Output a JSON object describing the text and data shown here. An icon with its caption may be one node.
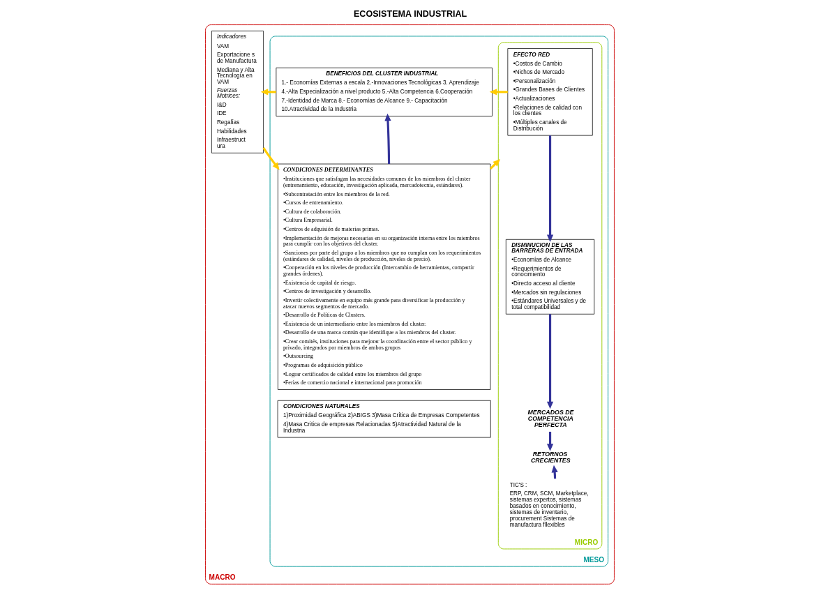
{
  "diagram": {
    "title": "ECOSISTEMA INDUSTRIAL",
    "nodes": [
      {
        "text": [
          "MACRO"
        ]
      },
      {
        "text": [
          "Indicadores",
          "VAM",
          "Exportacione s de Manufactura",
          "Mediana y Alta Tecnología en VAM",
          "Fuerzas Motrices:",
          "I&D",
          "IDE",
          "Regalías",
          "Habilidades",
          "Infraestruct ura"
        ],
        "in": 0
      },
      {
        "text": [
          "MESO"
        ],
        "in": 0
      },
      {
        "text": [
          "BENEFICIOS DEL CLUSTER INDUSTRIAL",
          "1.- Economías Externas a escala 2.-Innovaciones Tecnológicas 3. Aprendizaje",
          "4.-Alta Especialización a nivel producto 5.-Alta Competencia 6.Cooperación",
          "7.-Identidad de Marca 8.- Economías de Alcance 9.- Capacitación",
          "10.Atractividad de la Industria"
        ],
        "in": 2
      },
      {
        "text": [
          "CONDICIONES DETERMINANTES",
          "•Instituciones que satisfagan las necesidades comunes de los miembros del cluster (entrenamiento, educación, investigación aplicada, mercadotecnia, estándares).",
          "•Subcontratación entre los miembros de la red.",
          "•Cursos de entrenamiento.",
          "•Cultura de colaboración.",
          "•Cultura Empresarial.",
          "•Centros de adquisión de materias primas.",
          "•Implementación de mejoras necesarias en su organización interna entre los miembros para cumplir con los objetivos del cluster.",
          "•Sanciones por parte del grupo a los miembros que no cumplan con los requerimientos (estándares de calidad, niveles de producción, niveles de precio).",
          "•Cooperación en los niveles de producción (Intercambio de herramientas, compartir grandes órdenes).",
          "•Existencia de capital de riesgo.",
          "•Centros de investigación y desarrollo.",
          "•Invertir colectivamente en equipo más grande para diversificar la producción y atacar nuevos segmentos de mercado.",
          "•Desarrollo de Políticas de Clusters.",
          "•Existencia de un intermediario entre los miembros del cluster.",
          "•Desarrollo de una marca común que identifique a los miembros del cluster.",
          "•Crear comités, instituciones para mejorar la coordinación entre el sector público y privado, integrados por miembros de ambos grupos",
          "•Outsourcing",
          "•Programas de adquisición público",
          "•Lograr certificados de calidad entre los miembros del grupo",
          "•Ferias de comercio nacional e internacional para promoción"
        ],
        "in": 2
      },
      {
        "text": [
          "CONDICIONES NATURALES",
          "1)Proximidad Geográfica 2)ABIGS 3)Masa Crítica de Empresas Competentes",
          "4)Masa Critica de empresas Relacionadas 5)Atractividad Natural de la Industria"
        ],
        "in": 2
      },
      {
        "text": [
          "MICRO"
        ],
        "in": 2
      },
      {
        "text": [
          "EFECTO RED",
          "•Costos de Cambio",
          "•Nichos de Mercado",
          "•Personalización",
          "•Grandes Bases de Clientes",
          "•Actualizaciones",
          "•Relaciones de calidad con los clientes",
          "•Múltiples canales de Distribución"
        ],
        "in": 6
      },
      {
        "text": [
          "DISMINUCION DE LAS BARRERAS DE ENTRADA",
          "•Economías de Alcance",
          "•Requerimientos de conocimiento",
          "•Directo acceso al cliente",
          "•Mercados sin regulaciones",
          "•Estándares Universales y de total compatibilidad"
        ],
        "in": 6
      },
      {
        "text": [
          "MERCADOS DE COMPETENCIA PERFECTA"
        ],
        "in": 6
      },
      {
        "text": [
          "RETORNOS CRECIENTES"
        ],
        "in": 6
      },
      {
        "text": [
          "TIC'S :",
          "ERP, CRM, SCM, Marketplace, sistemas expertos, sistemas basados en conocimiento, sistemas de inventario, procurement Sistemas de manufactura fllexibles"
        ],
        "in": 6
      }
    ],
    "edges": [
      {
        "from": 3,
        "to": 1,
        "arrow": "to",
        "color": "#ffcc00"
      },
      {
        "from": 1,
        "to": 4,
        "arrow": "to",
        "color": "#ffcc00"
      },
      {
        "from": 7,
        "to": 3,
        "arrow": "to",
        "color": "#ffcc00"
      },
      {
        "from": 4,
        "to": 6,
        "arrow": "to",
        "color": "#ffcc00"
      },
      {
        "from": 4,
        "to": 3,
        "arrow": "to",
        "color": "#333399"
      },
      {
        "from": 7,
        "to": 8,
        "arrow": "to",
        "color": "#333399"
      },
      {
        "from": 8,
        "to": 9,
        "arrow": "to",
        "color": "#333399"
      },
      {
        "from": 9,
        "to": 10,
        "arrow": "to",
        "color": "#333399"
      },
      {
        "from": 11,
        "to": 10,
        "arrow": "to",
        "color": "#333399"
      }
    ]
  }
}
